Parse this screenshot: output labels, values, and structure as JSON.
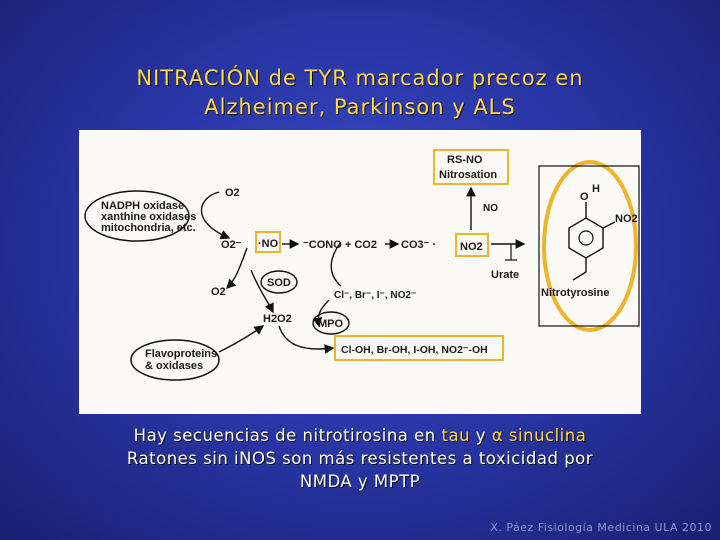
{
  "title": {
    "line1": "NITRACIÓN de TYR marcador precoz en",
    "line2": "Alzheimer, Parkinson y ALS"
  },
  "diagram": {
    "sources_box": [
      "NADPH oxidase",
      "xanthine oxidases",
      "mitochondria, etc."
    ],
    "o2_top": "O2",
    "superoxide": "O2⁻",
    "no": "·NO",
    "peroxynitrite": "⁻CONO + CO2",
    "carbonate_radical": "CO3⁻ ·",
    "no2": "NO2",
    "nitrosation_box": [
      "RS-NO",
      "Nitrosation"
    ],
    "no_label": "NO",
    "urate": "Urate",
    "sod": "SOD",
    "o2_left": "O2",
    "h2o2": "H2O2",
    "mpo": "MPO",
    "halides": "Cl⁻, Br⁻, I⁻, NO2⁻",
    "products_box": "Cl-OH, Br-OH, I-OH, NO2⁻-OH",
    "flavo_box": [
      "Flavoproteins",
      "& oxidases"
    ],
    "product_name": "Nitrotyrosine",
    "mol_labels": {
      "oh_o": "O",
      "oh_h": "H",
      "nitro": "NO2"
    }
  },
  "caption": {
    "line1_pre": "Hay secuencias de nitrotirosina en ",
    "line1_tau": "tau",
    "line1_mid": " y ",
    "line1_alpha": "α sinuclina",
    "line2": "Ratones sin iNOS son más resistentes a toxicidad por",
    "line3": "NMDA y MPTP"
  },
  "footer": "X. Páez Fisiología Medicina ULA 2010",
  "colors": {
    "title": "#ffd84a",
    "box_outline": "#f0b42a",
    "highlight": "#ffd84a"
  }
}
